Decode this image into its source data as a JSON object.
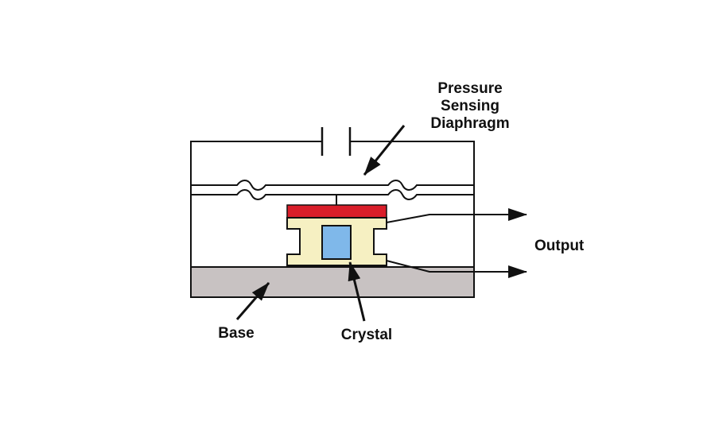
{
  "labels": {
    "pressure_line1": "Pressure",
    "pressure_line2": "Sensing",
    "pressure_line3": "Diaphragm",
    "output": "Output",
    "base": "Base",
    "crystal": "Crystal"
  },
  "colors": {
    "line": "#111111",
    "diaphragm_plate": "#d91e2a",
    "support_block": "#f6f0c2",
    "crystal": "#7fb8ea",
    "base": "#c8c2c2",
    "background": "#ffffff"
  }
}
